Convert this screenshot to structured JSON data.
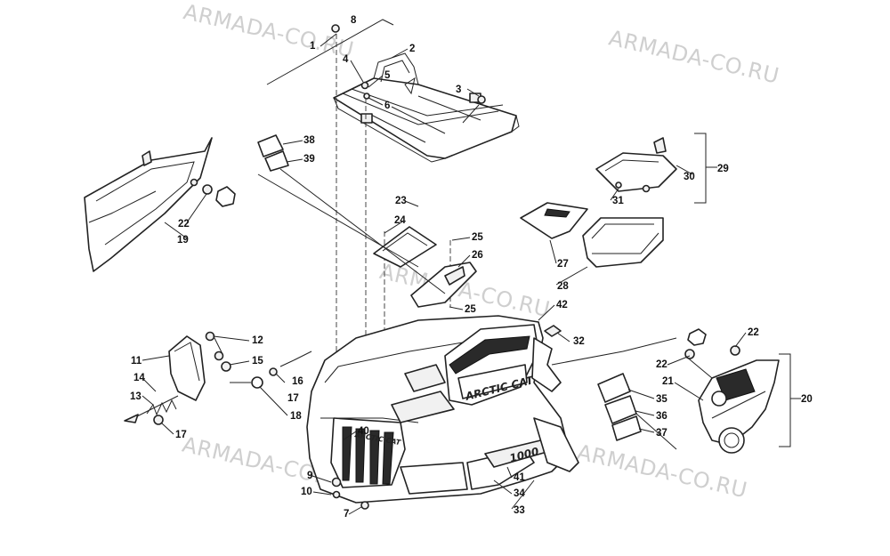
{
  "watermarks": [
    {
      "text": "ARMADA-CO.RU"
    },
    {
      "text": "ARMADA-CO.RU"
    },
    {
      "text": "ARMADA-CO.RU"
    },
    {
      "text": "ARMADA-CO.RU"
    }
  ],
  "decals": {
    "brand": "ARCTIC CAT",
    "model": "1000"
  },
  "callouts": [
    "1",
    "2",
    "3",
    "4",
    "5",
    "6",
    "7",
    "8",
    "9",
    "10",
    "11",
    "12",
    "13",
    "14",
    "15",
    "16",
    "17",
    "18",
    "19",
    "20",
    "21",
    "22",
    "23",
    "24",
    "25",
    "26",
    "27",
    "28",
    "29",
    "30",
    "31",
    "32",
    "33",
    "34",
    "35",
    "36",
    "37",
    "38",
    "39",
    "40",
    "41",
    "42"
  ]
}
